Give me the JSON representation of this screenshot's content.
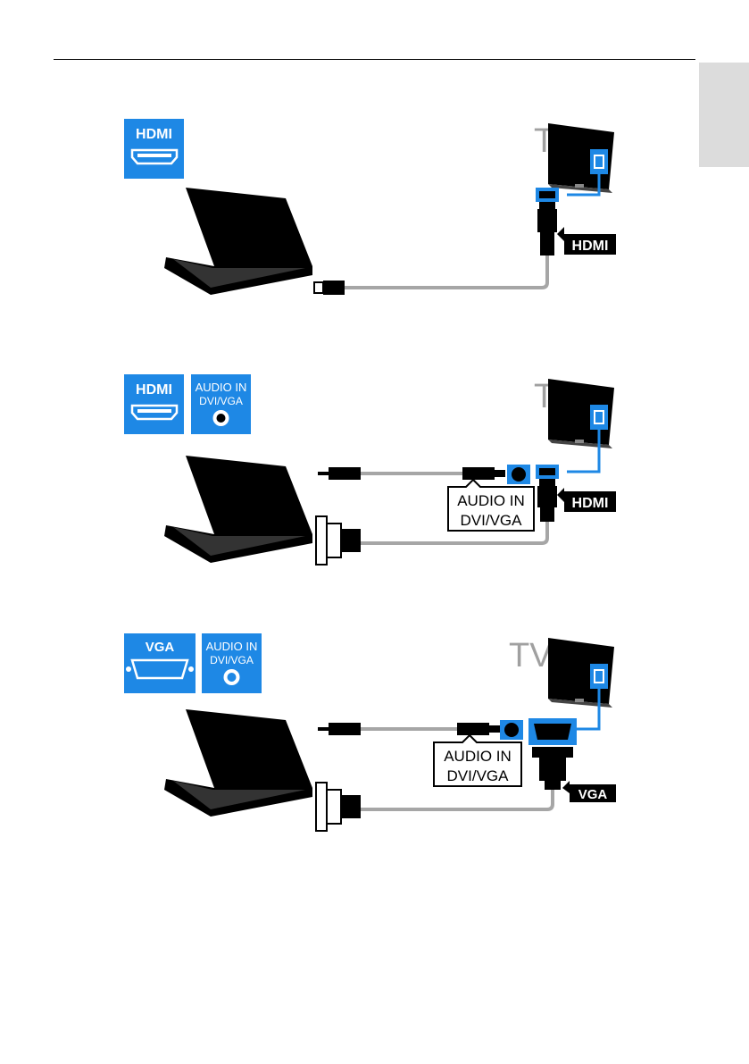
{
  "diagrams": [
    {
      "id": "hdmi",
      "tv_label": "TV",
      "ports": [
        {
          "label": "HDMI",
          "kind": "hdmi"
        }
      ],
      "connector_labels": [
        "HDMI"
      ]
    },
    {
      "id": "hdmi-audio",
      "tv_label": "TV",
      "ports": [
        {
          "label": "HDMI",
          "kind": "hdmi"
        },
        {
          "label_line1": "AUDIO IN",
          "label_line2": "DVI/VGA",
          "kind": "audio"
        }
      ],
      "audio_callout": {
        "line1": "AUDIO IN",
        "line2": "DVI/VGA"
      },
      "connector_labels": [
        "HDMI"
      ]
    },
    {
      "id": "vga-audio",
      "tv_label": "TV",
      "ports": [
        {
          "label": "VGA",
          "kind": "vga"
        },
        {
          "label_line1": "AUDIO IN",
          "label_line2": "DVI/VGA",
          "kind": "audio"
        }
      ],
      "audio_callout": {
        "line1": "AUDIO IN",
        "line2": "DVI/VGA"
      },
      "connector_labels": [
        "VGA"
      ]
    }
  ],
  "colors": {
    "accent_blue": "#1e88e5",
    "cable_gray": "#a6a6a6",
    "tv_label_gray": "#a0a0a0",
    "black": "#000000"
  }
}
